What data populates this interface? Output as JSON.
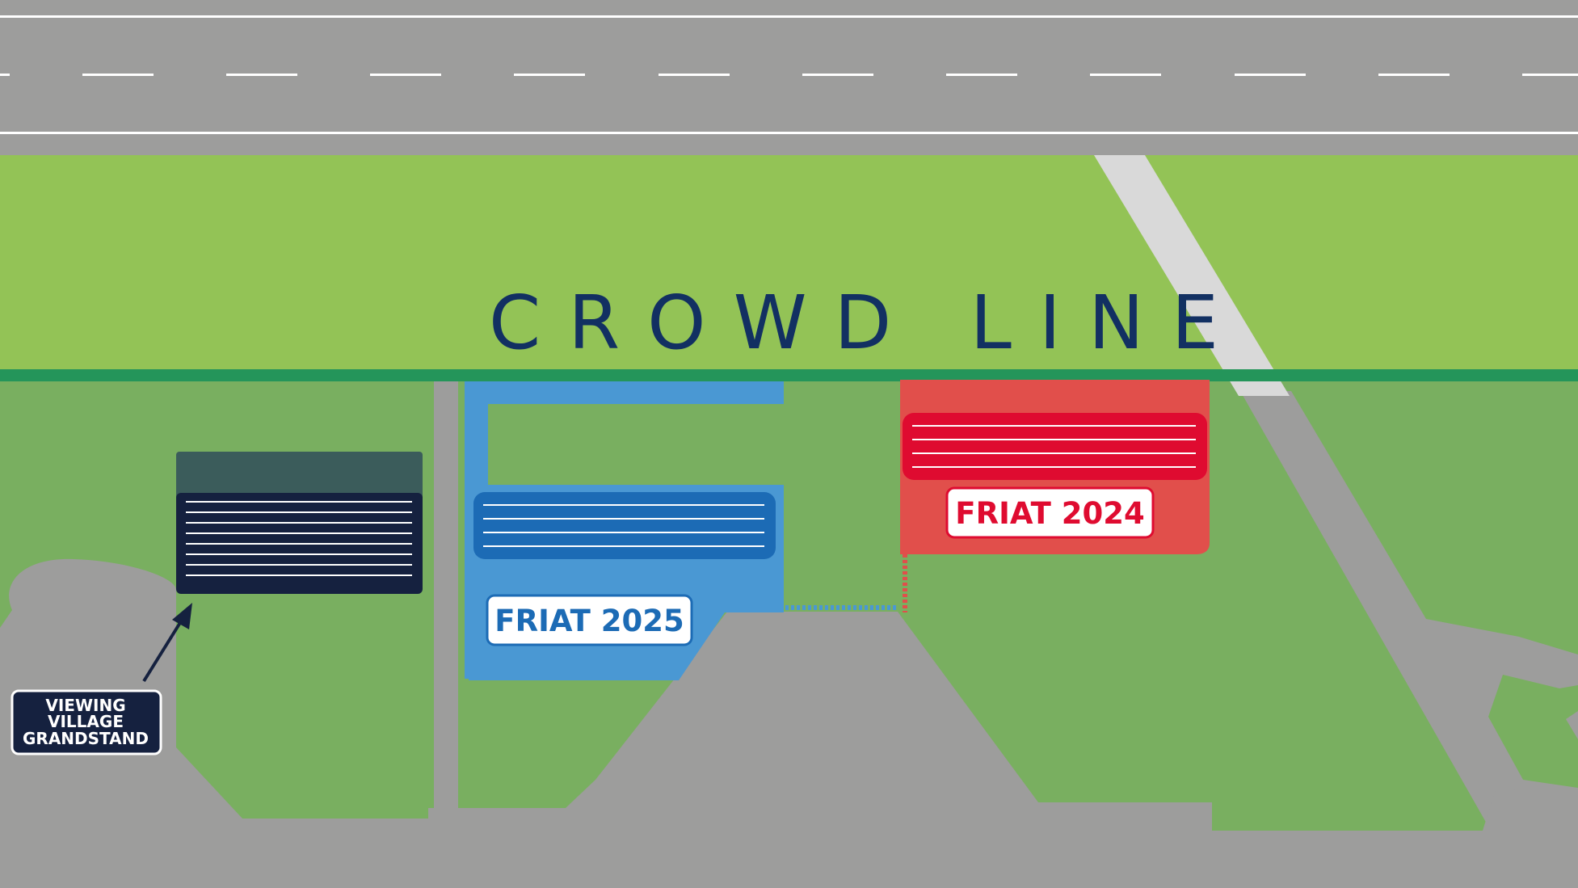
{
  "labels": {
    "crowd_line": "CROWD LINE",
    "friat_2025": "FRIAT 2025",
    "friat_2024": "FRIAT 2024",
    "viewing_village": [
      "VIEWING",
      "VILLAGE",
      "GRANDSTAND"
    ]
  },
  "colors": {
    "road": "#9d9d9c",
    "road_marking": "#ffffff",
    "crowd_zone": "#93c356",
    "crowd_line": "#24955a",
    "field": "#79af60",
    "tarmac": "#9d9d9c",
    "taxiway": "#d9d9d9",
    "crowd_text": "#123062",
    "friat_2025_area": "#4a98d3",
    "friat_2025_stand": "#1c6bb5",
    "friat_2024_area": "#e14f4b",
    "friat_2024_stand": "#df0b30",
    "grandstand": "#15213f",
    "grandstand_roof": "#3b5c5b"
  },
  "icons": {
    "pointer": "arrow-up-right-icon"
  }
}
